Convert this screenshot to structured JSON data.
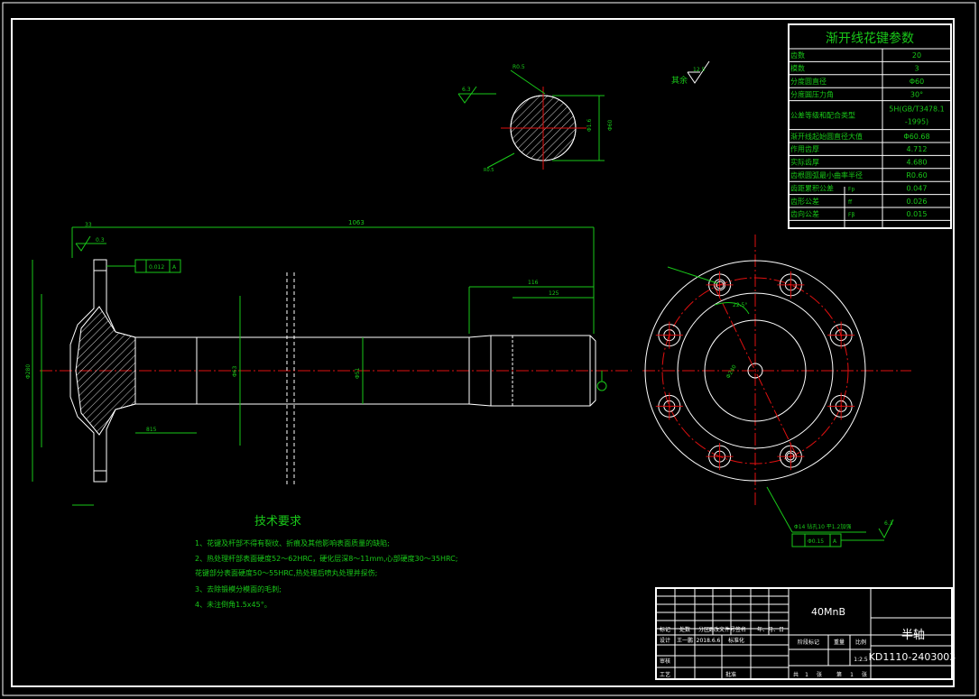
{
  "spline_table": {
    "title": "渐开线花键参数",
    "rows": [
      {
        "label": "齿数",
        "sym": "",
        "value": "20"
      },
      {
        "label": "模数",
        "sym": "",
        "value": "3"
      },
      {
        "label": "分度圆直径",
        "sym": "",
        "value": "Φ60"
      },
      {
        "label": "分度圆压力角",
        "sym": "",
        "value": "30°"
      },
      {
        "label": "公差等级和配合类型",
        "sym": "",
        "value": "5H(GB/T3478.1",
        "value2": "-1995)"
      },
      {
        "label": "渐开线起始圆直径大值",
        "sym": "",
        "value": "Φ60.68"
      },
      {
        "label": "作用齿厚",
        "sym": "",
        "value": "4.712"
      },
      {
        "label": "实际齿厚",
        "sym": "",
        "value": "4.680"
      },
      {
        "label": "齿根圆弧最小曲率半径",
        "sym": "",
        "value": "R0.60"
      },
      {
        "label": "齿距累积公差",
        "sym": "Fp",
        "value": "0.047"
      },
      {
        "label": "齿形公差",
        "sym": "ff",
        "value": "0.026"
      },
      {
        "label": "齿向公差",
        "sym": "Fβ",
        "value": "0.015"
      }
    ]
  },
  "rest_roughness": {
    "label": "其余",
    "value": "12.5"
  },
  "section_dims": {
    "d1": "R0.5",
    "d2": "Φ1.6",
    "d3": "Φ60",
    "d4": "R0.5",
    "rough": "6.3"
  },
  "shaft_dims": {
    "total": "1063",
    "left": "33",
    "spline_len": "116",
    "spline_in": "125",
    "mid_len": "815",
    "diam_mid": "Φ63",
    "diam_body": "Φ51",
    "diam_flange": "Φ280",
    "chamfer_r": "R",
    "tol_flat": "0.012",
    "tol_ref": "A",
    "flange_ro": "0.3"
  },
  "flange_view": {
    "bolt_dia": "Φ240",
    "angle": "22.5°",
    "tol": "Φ0.15",
    "ref": "A",
    "rough": "6.3",
    "note": "Φ14  钻孔10 平1.2加强"
  },
  "tech": {
    "title": "技术要求",
    "items": [
      "1、花键及杆部不得有裂纹、折痕及其他影响表面质量的缺陷;",
      "2、热处理杆部表面硬度52～62HRC，硬化层深8～11mm,心部硬度30～35HRC;",
      "   花键部分表面硬度50～55HRC,热处理后喷丸处理并探伤;",
      "3、去除锻模分模面的毛刺;",
      "4、未注倒角1.5x45°。"
    ]
  },
  "title_block": {
    "material": "40MnB",
    "part_name": "半轴",
    "drawing_no": "KD1110-2403003",
    "scale": "1:2.5",
    "row_labels": [
      "标记",
      "处数",
      "分区",
      "更改文件号",
      "签名",
      "年、月、日"
    ],
    "design_row": [
      "设计",
      "王一鹏",
      "2018.6.6",
      "标准化"
    ],
    "stage_labels": [
      "阶段标记",
      "重量",
      "比例"
    ],
    "check": "审核",
    "process": "工艺",
    "approve": "批准",
    "sheets": [
      "共",
      "1",
      "张",
      "第",
      "1",
      "张"
    ]
  }
}
